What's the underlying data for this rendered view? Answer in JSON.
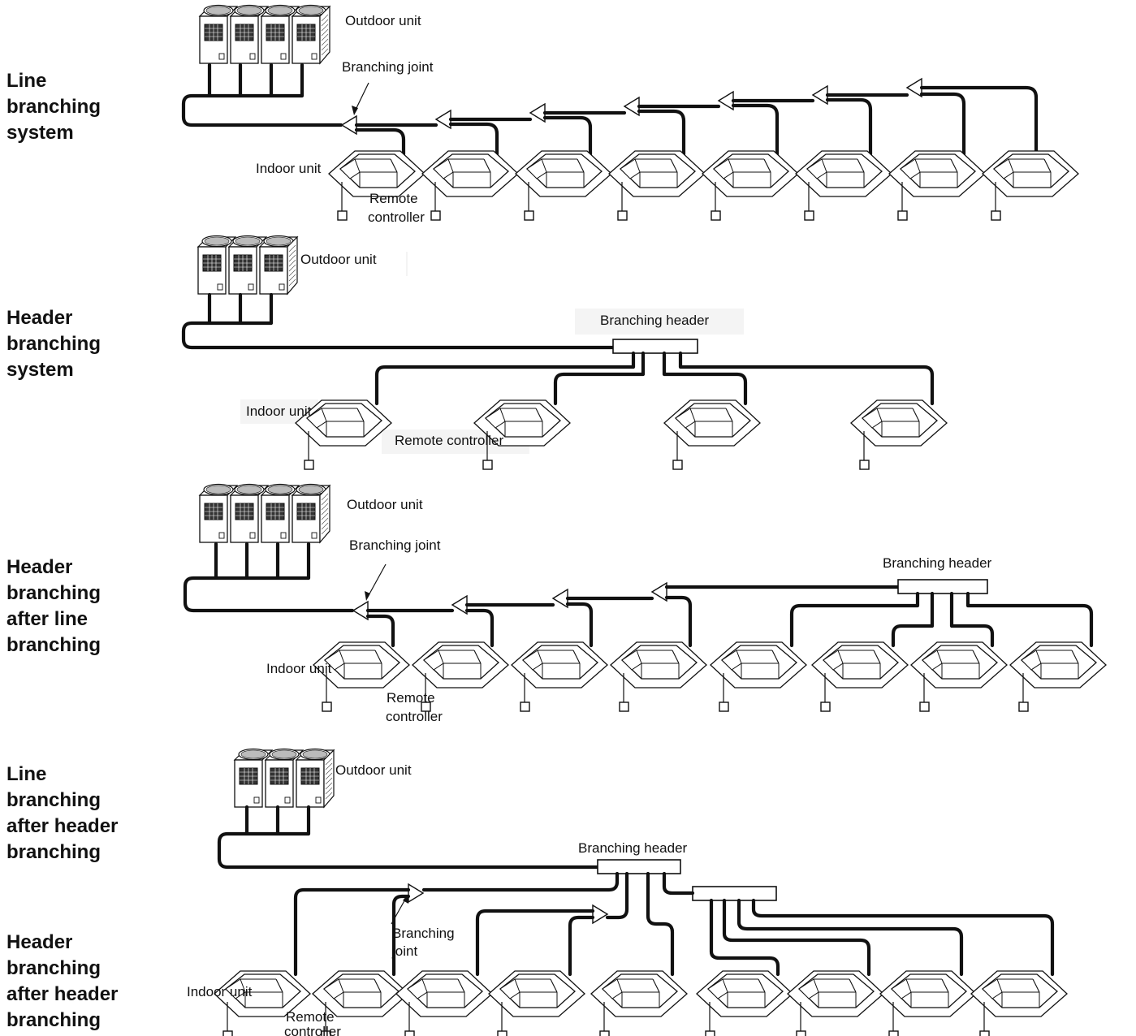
{
  "sections": [
    {
      "title": "Line\nbranching\nsystem",
      "labels": {
        "outdoor": "Outdoor unit",
        "joint": "Branching joint",
        "indoor": "Indoor unit",
        "remote1": "Remote",
        "remote2": "controller"
      }
    },
    {
      "title": "Header\nbranching\nsystem",
      "labels": {
        "outdoor": "Outdoor unit",
        "header": "Branching header",
        "indoor": "Indoor unit",
        "remote": "Remote controller"
      }
    },
    {
      "title": "Header\nbranching\nafter line\nbranching",
      "labels": {
        "outdoor": "Outdoor unit",
        "joint": "Branching joint",
        "header": "Branching header",
        "indoor": "Indoor unit",
        "remote1": "Remote",
        "remote2": "controller"
      }
    },
    {
      "title": "Line\nbranching\nafter header\nbranching",
      "labels": {
        "outdoor": "Outdoor unit",
        "header": "Branching header",
        "joint1": "Branching",
        "joint2": "joint"
      }
    },
    {
      "title": "Header\nbranching\nafter header\nbranching",
      "labels": {
        "indoor": "Indoor unit",
        "remote1": "Remote",
        "remote2": "controller"
      }
    }
  ]
}
